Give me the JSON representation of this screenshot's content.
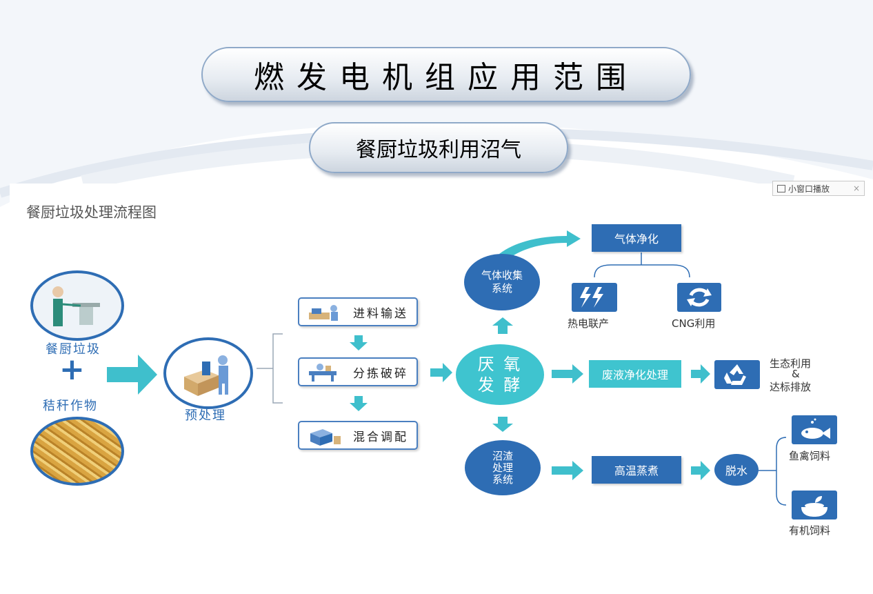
{
  "slide": {
    "title": "燃发电机组应用范围",
    "subtitle": "餐厨垃圾利用沼气"
  },
  "player": {
    "mini_window_label": "小窗口播放",
    "close_label": "×"
  },
  "diagram": {
    "title": "餐厨垃圾处理流程图",
    "inputs": {
      "kitchen_waste": "餐厨垃圾",
      "plus": "+",
      "straw_crops": "秸秆作物"
    },
    "pretreatment": "预处理",
    "steps": [
      "进料输送",
      "分拣破碎",
      "混合调配"
    ],
    "digestion": {
      "line1": "厌 氧",
      "line2": "发 酵"
    },
    "gas": {
      "collection": {
        "line1": "气体收集",
        "line2": "系统"
      },
      "purification": "气体净化",
      "chp": "热电联产",
      "cng": "CNG利用"
    },
    "liquid": {
      "purification": "废液净化处理",
      "outcome": {
        "line1": "生态利用",
        "line2": "&",
        "line3": "达标排放"
      }
    },
    "residue": {
      "system": {
        "line1": "沼渣",
        "line2": "处理",
        "line3": "系统"
      },
      "cooking": "高温蒸煮",
      "dewater": "脱水",
      "fish_feed": "鱼禽饲料",
      "organic_feed": "有机饲料"
    },
    "colors": {
      "blue": "#2e6db4",
      "teal": "#3fc4cf",
      "arrow": "#3fbfcc"
    }
  }
}
